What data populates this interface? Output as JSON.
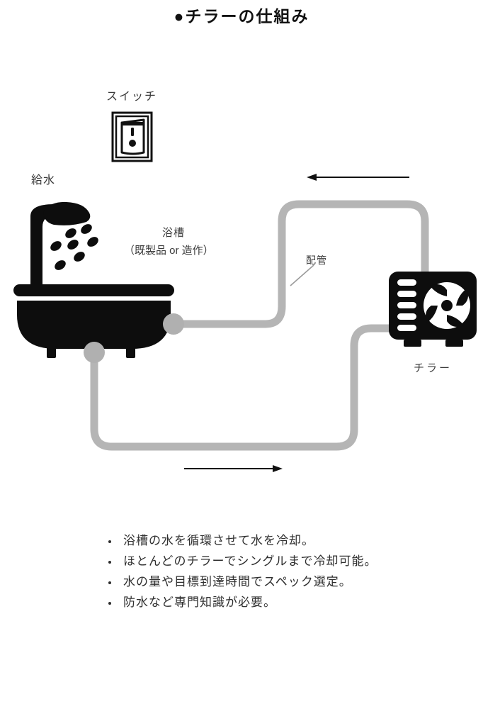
{
  "page": {
    "title": "●チラーの仕組み",
    "background_color": "#ffffff",
    "text_color": "#2f2f2f"
  },
  "diagram": {
    "pipe_color": "#b5b5b5",
    "connector_color": "#b0b0b0",
    "equipment_color": "#0d0d0d",
    "arrow_color": "#111111",
    "labels": {
      "switch": "スイッチ",
      "water_supply": "給水",
      "bathtub": "浴槽",
      "bathtub_sub": "（既製品 or 造作）",
      "piping": "配管",
      "chiller": "チラー"
    },
    "flow_arrows": [
      {
        "name": "return-flow-arrow",
        "direction": "left"
      },
      {
        "name": "supply-flow-arrow",
        "direction": "right"
      }
    ],
    "icons": {
      "switch": "rocker-switch-icon",
      "bathtub": "bathtub-with-shower-icon",
      "chiller": "chiller-unit-icon",
      "fan": "fan-blades-icon"
    }
  },
  "notes": {
    "items": [
      "浴槽の水を循環させて水を冷却。",
      "ほとんどのチラーでシングルまで冷却可能。",
      "水の量や目標到達時間でスペック選定。",
      "防水など専門知識が必要。"
    ]
  }
}
